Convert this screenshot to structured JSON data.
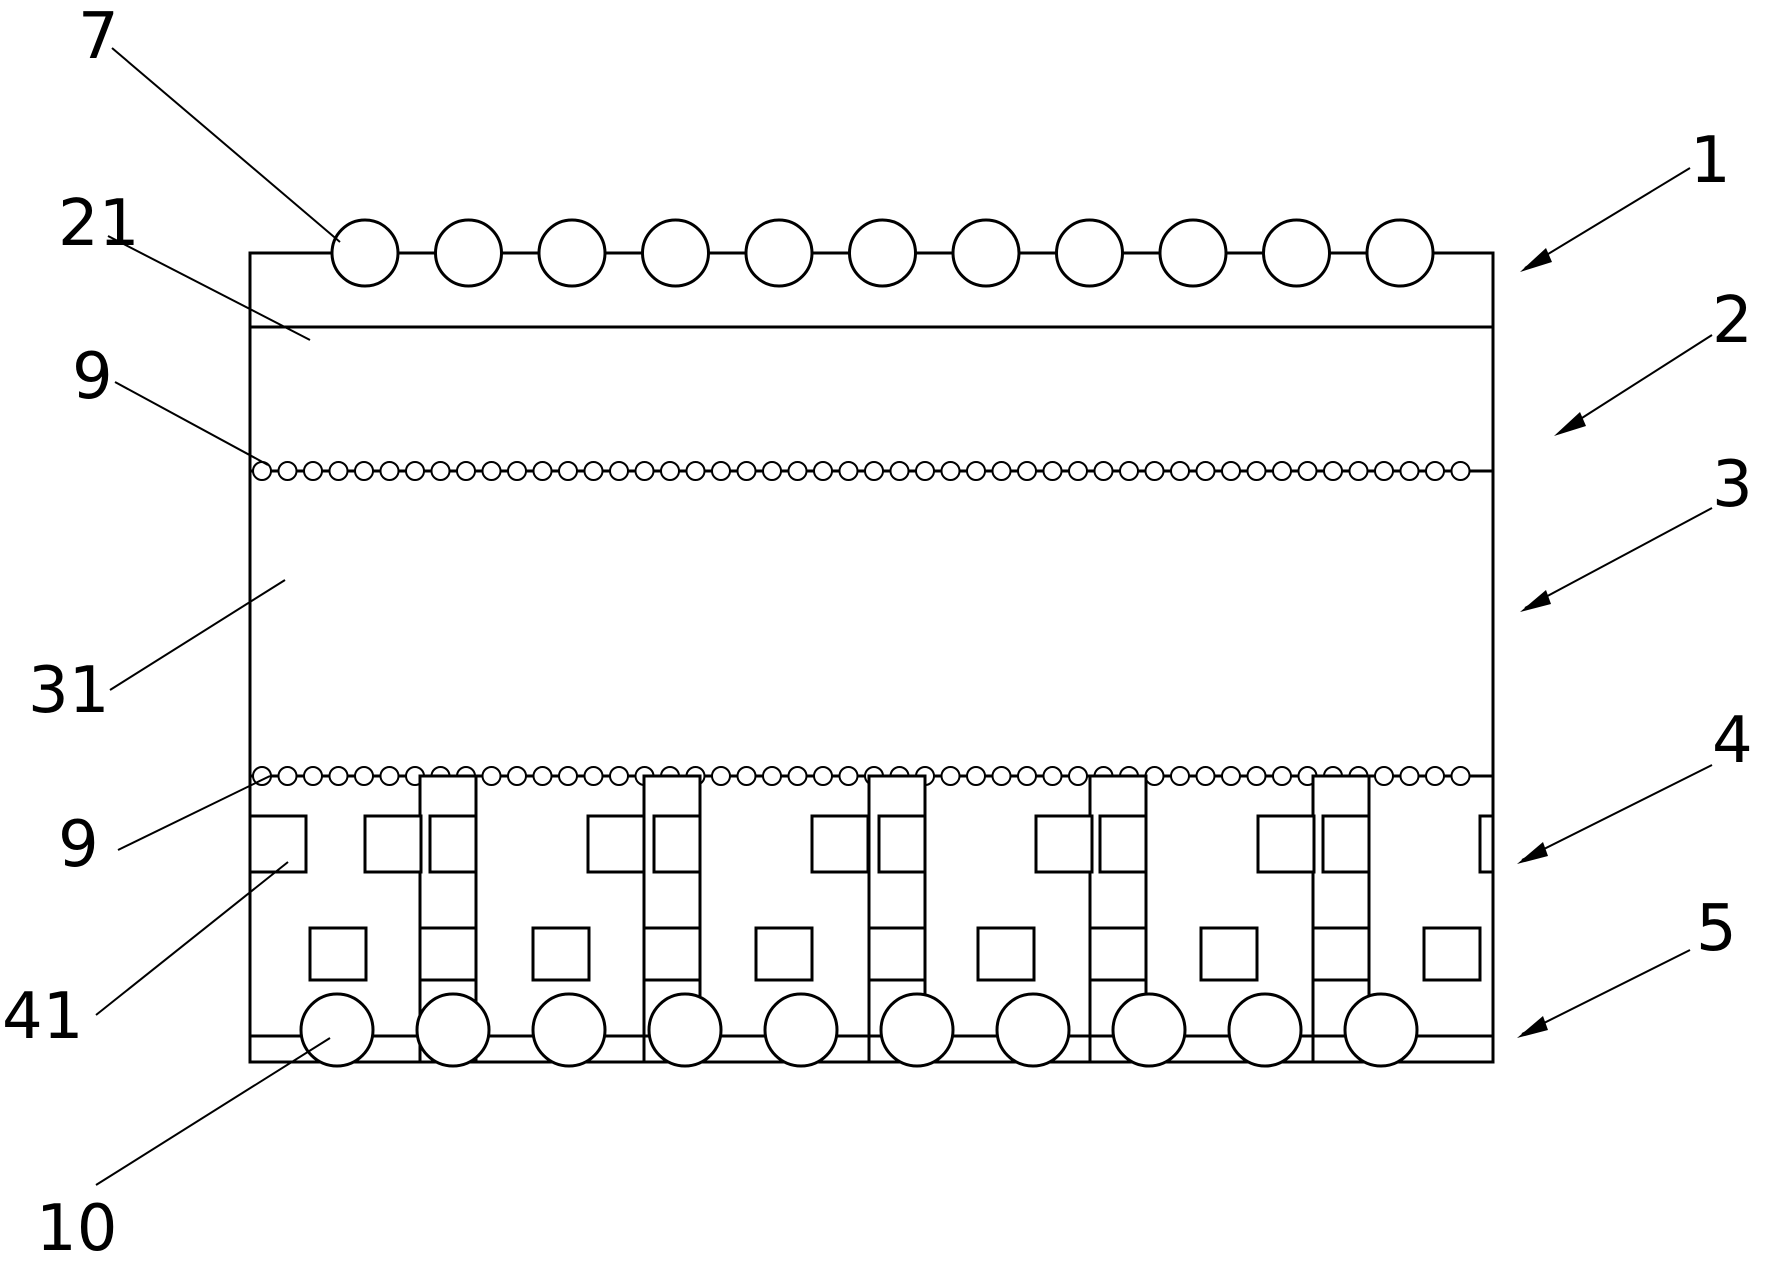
{
  "diagram": {
    "labels": {
      "top_bar": "1",
      "upper_layer": "2",
      "middle_layer": "3",
      "lower_layer": "4",
      "base": "5",
      "top_spheres": "7",
      "upper_boundary": "9",
      "lower_boundary": "9",
      "bottom_spheres": "10",
      "upper_fill": "21",
      "middle_fill": "31",
      "lower_block": "41"
    },
    "colors": {
      "ink": "#000000",
      "paper": "#ffffff"
    }
  }
}
